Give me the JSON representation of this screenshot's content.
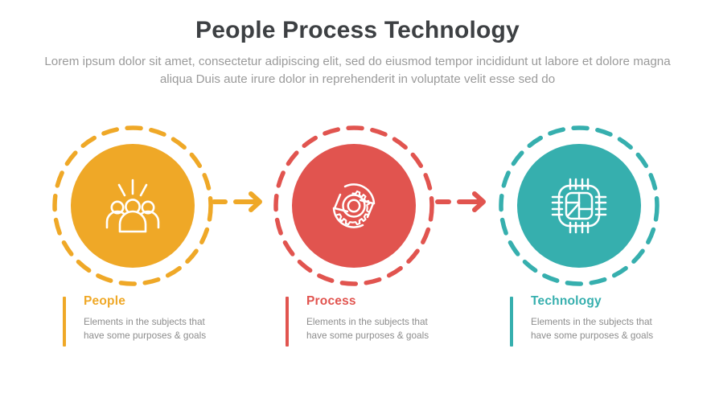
{
  "header": {
    "title": "People Process Technology",
    "subtitle": "Lorem ipsum dolor sit amet, consectetur adipiscing elit, sed do eiusmod tempor incididunt ut labore et dolore magna aliqua Duis aute irure dolor in reprehenderit in voluptate velit esse sed do"
  },
  "colors": {
    "people": "#EFA827",
    "process": "#E1544F",
    "technology": "#36AFAE",
    "title": "#3d4043",
    "body_text": "#8d8d8d",
    "subtitle_text": "#9a9a9a",
    "icon": "#ffffff",
    "background": "#ffffff"
  },
  "stages": [
    {
      "id": "people",
      "title": "People",
      "description_line1": "Elements in the subjects that",
      "description_line2": "have  some purposes & goals",
      "color": "#EFA827",
      "icon": "people-group-icon"
    },
    {
      "id": "process",
      "title": "Process",
      "description_line1": "Elements in the subjects that",
      "description_line2": "have  some purposes & goals",
      "color": "#E1544F",
      "icon": "gear-cycle-icon"
    },
    {
      "id": "technology",
      "title": "Technology",
      "description_line1": "Elements in the subjects that",
      "description_line2": "have  some purposes & goals",
      "color": "#36AFAE",
      "icon": "microchip-icon"
    }
  ],
  "arrows": [
    {
      "id": "arrow-people-to-process",
      "color": "#EFA827",
      "icon": "dashed-arrow-right-icon"
    },
    {
      "id": "arrow-process-to-technology",
      "color": "#E1544F",
      "icon": "dashed-arrow-right-icon"
    }
  ]
}
